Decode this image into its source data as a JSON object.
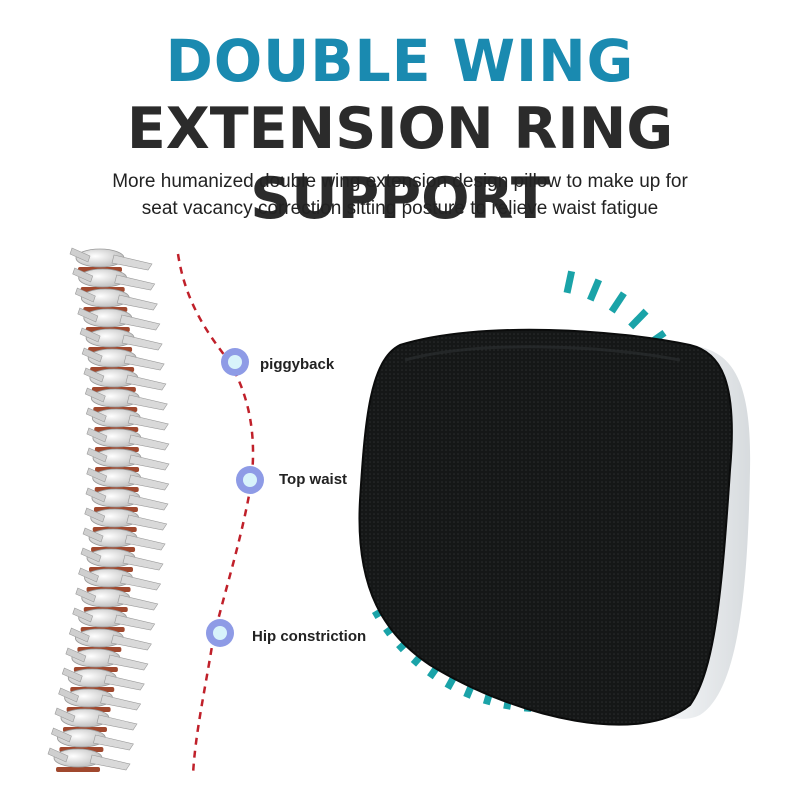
{
  "header": {
    "title_line1": "DOUBLE WING",
    "title_line2": "EXTENSION RING SUPPORT",
    "subtitle_line1": "More humanized double wing extension design pillow to make up for",
    "subtitle_line2": "seat vacancy correction sitting posture to relieve waist fatigue"
  },
  "callouts": [
    {
      "label": "piggyback"
    },
    {
      "label": "Top waist"
    },
    {
      "label": "Hip constriction"
    }
  ],
  "colors": {
    "title_blue": "#1a8ab0",
    "title_dark": "#2b2b2b",
    "accent_teal": "#1aa3a8",
    "curve_red": "#c0202a",
    "marker_blue": "#8e9be6",
    "pillow_black": "#141616",
    "pillow_side": "#e6e9ec"
  }
}
